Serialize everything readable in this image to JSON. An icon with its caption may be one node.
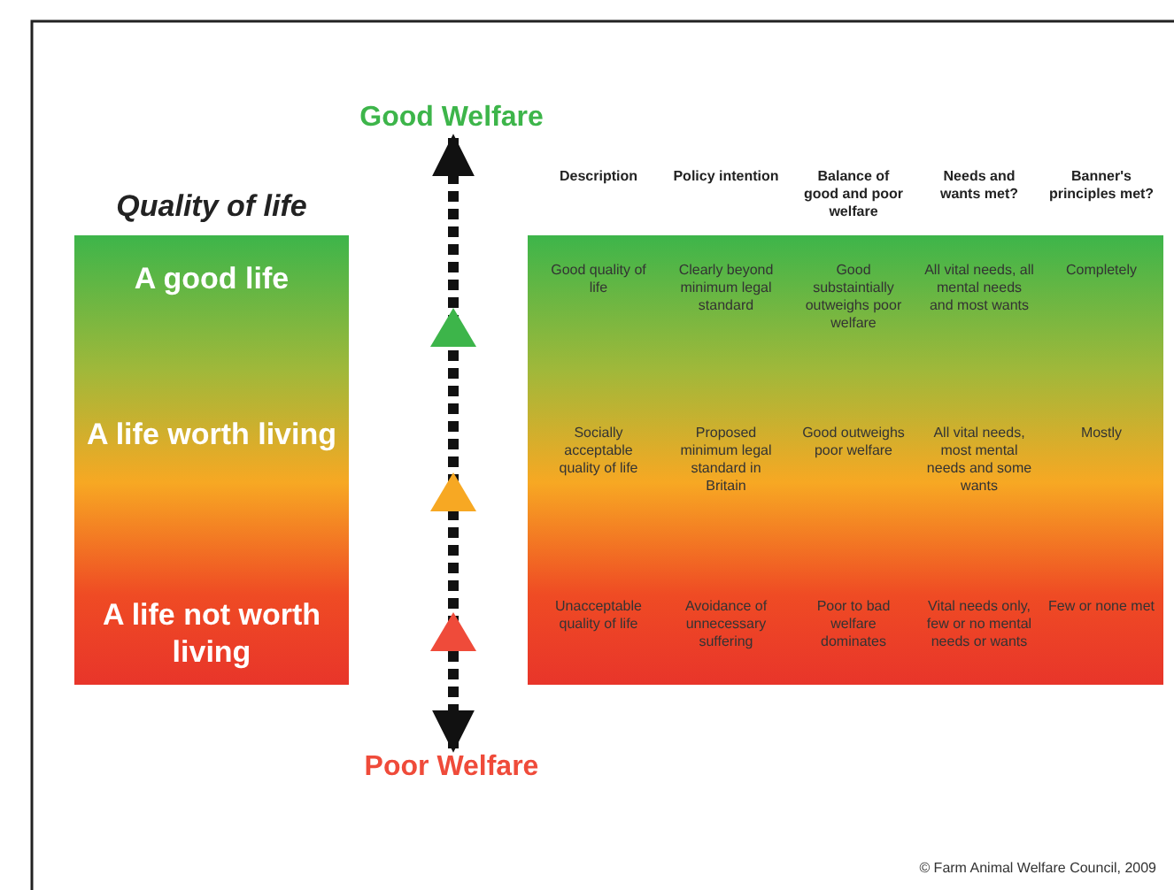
{
  "diagram": {
    "caption": "© Farm Animal Welfare Council, 2009",
    "nodes": [
      {
        "text": [
          "Good Welfare"
        ]
      },
      {
        "text": [
          "Poor Welfare"
        ]
      },
      {
        "text": [
          "Quality of life",
          "A good life",
          "A life worth living",
          "A life not worth living"
        ]
      }
    ],
    "edges": [
      {
        "from": 0,
        "to": 1,
        "arrow": "both",
        "style": "dashed"
      }
    ],
    "labels": [
      "Description",
      "Policy intention",
      "Balance of good and poor welfare",
      "Needs and wants met?",
      "Banner's principles met?",
      "Good quality of life",
      "Clearly beyond minimum legal standard",
      "Good substaintially outweighs poor welfare",
      "All vital needs, all mental needs and most wants",
      "Completely",
      "Socially acceptable quality of life",
      "Proposed minimum legal standard in Britain",
      "Good outweighs poor welfare",
      "All vital needs, most mental needs and some wants",
      "Mostly",
      "Unacceptable quality of life",
      "Avoidance of unnecessary suffering",
      "Poor to bad welfare dominates",
      "Vital needs only, few or no mental needs or wants",
      "Few or none met"
    ]
  }
}
